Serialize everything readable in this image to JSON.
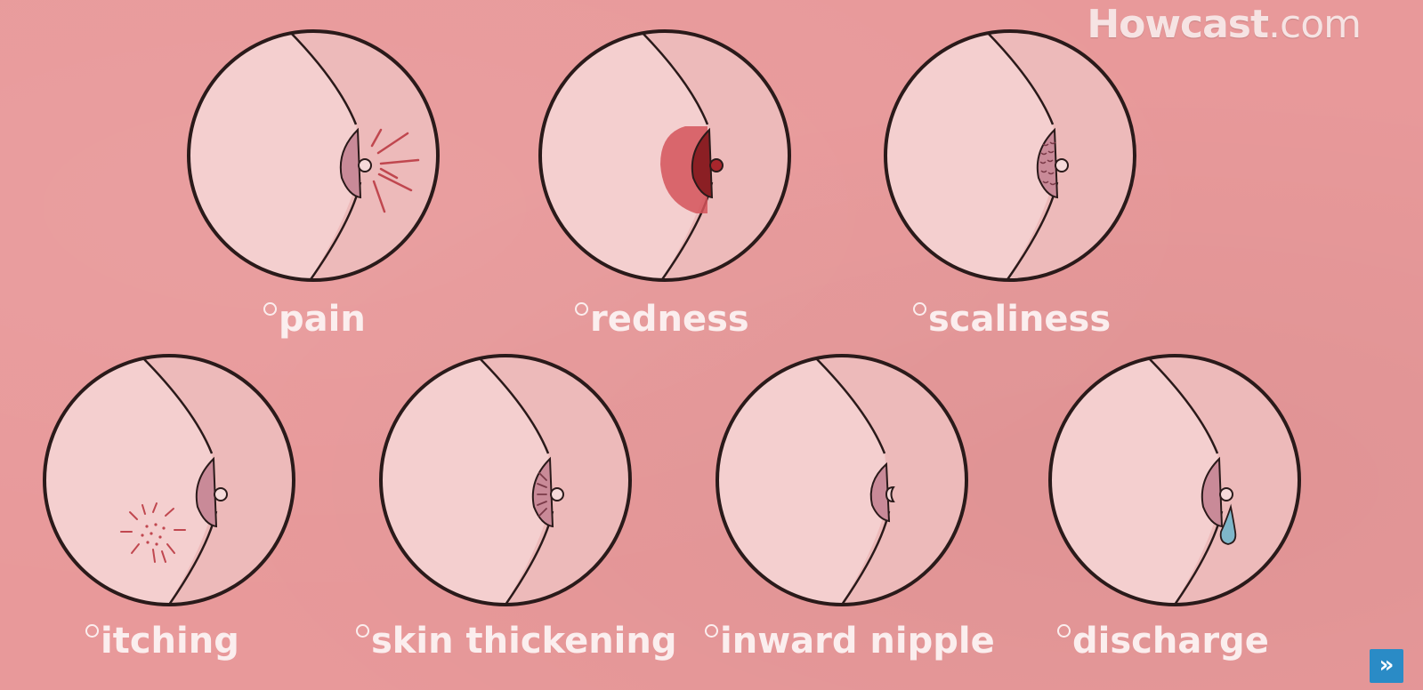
{
  "brand": {
    "logo_main": "Howcast",
    "logo_suffix": ".com"
  },
  "symptoms": [
    {
      "label": "pain",
      "icon": "pain-rays-icon"
    },
    {
      "label": "redness",
      "icon": "redness-icon"
    },
    {
      "label": "scaliness",
      "icon": "scaliness-icon"
    },
    {
      "label": "itching",
      "icon": "itching-icon"
    },
    {
      "label": "skin thickening",
      "icon": "skin-thickening-icon"
    },
    {
      "label": "inward nipple",
      "icon": "inward-nipple-icon"
    },
    {
      "label": "discharge",
      "icon": "discharge-drop-icon"
    }
  ],
  "colors": {
    "background": "#e8999a",
    "skin": "#f4cfcf",
    "skin_shade": "#edbaba",
    "outline": "#2a1a1a",
    "areola": "#c98a98",
    "redness": "#8b1f24",
    "drop": "#7fb6c9",
    "label": "#fbeeee"
  },
  "corner_button_icon": "next-chevrons-icon"
}
